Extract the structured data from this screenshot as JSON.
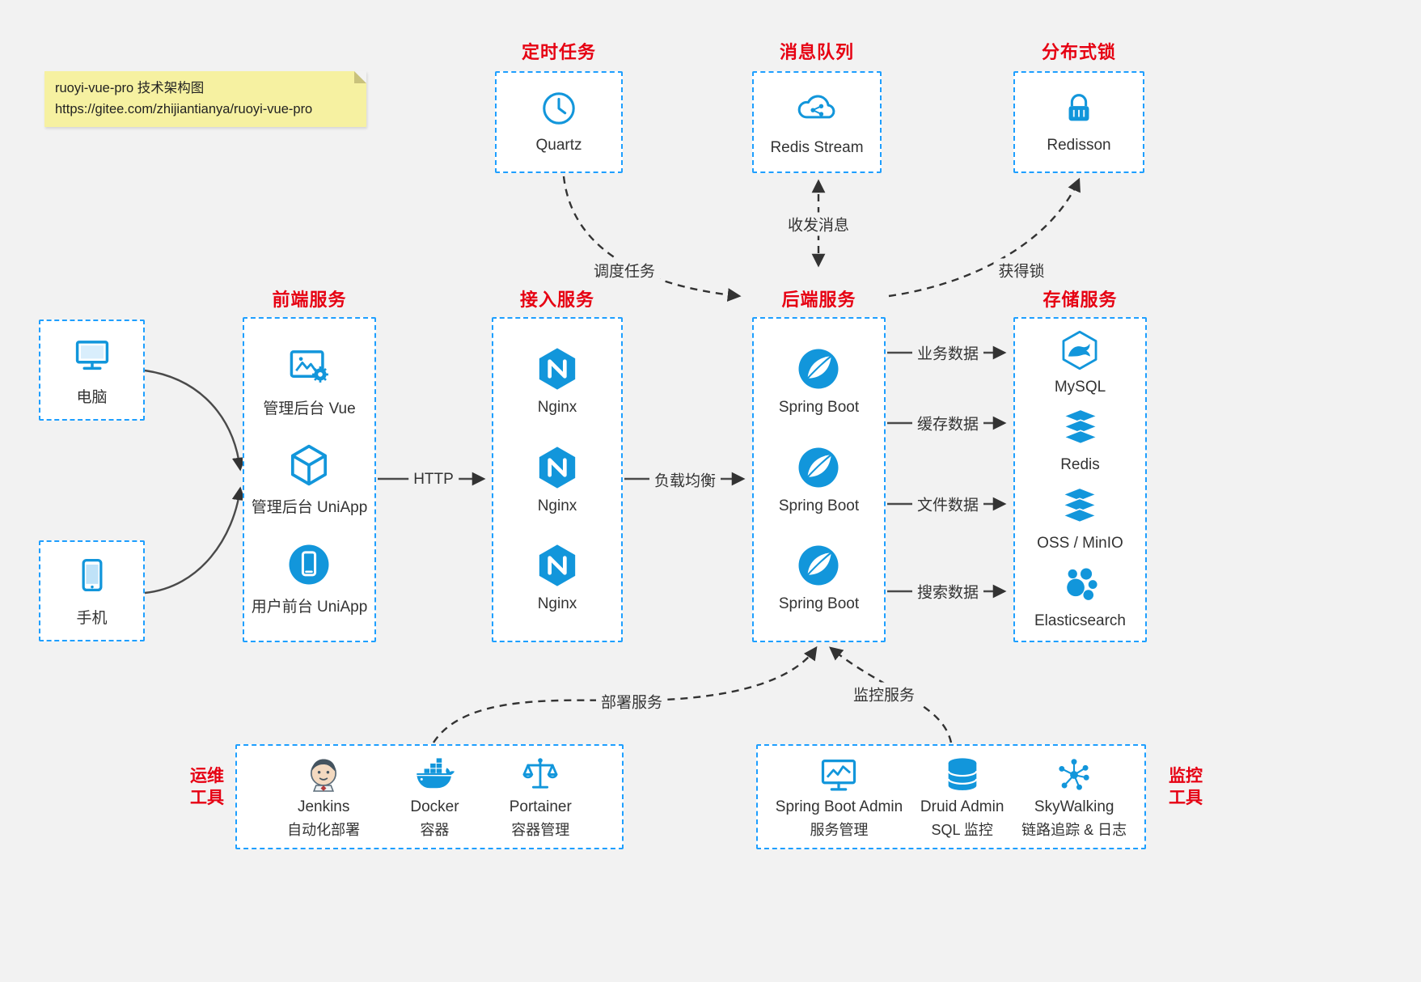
{
  "colors": {
    "background": "#f2f2f2",
    "box_border": "#1e9fff",
    "icon_blue": "#1296db",
    "title_red": "#e60012",
    "note_bg": "#f6f1a1",
    "arrow": "#333333"
  },
  "note": {
    "line1": "ruoyi-vue-pro 技术架构图",
    "line2": "https://gitee.com/zhijiantianya/ruoyi-vue-pro"
  },
  "top_services": [
    {
      "title": "定时任务",
      "label": "Quartz",
      "icon": "clock-icon"
    },
    {
      "title": "消息队列",
      "label": "Redis Stream",
      "icon": "cloud-share-icon"
    },
    {
      "title": "分布式锁",
      "label": "Redisson",
      "icon": "lock-icon"
    }
  ],
  "clients": [
    {
      "label": "电脑",
      "icon": "desktop-icon"
    },
    {
      "label": "手机",
      "icon": "phone-icon"
    }
  ],
  "columns": [
    {
      "title": "前端服务",
      "items": [
        {
          "label": "管理后台 Vue",
          "icon": "admin-vue-icon"
        },
        {
          "label": "管理后台 UniApp",
          "icon": "uniapp-cube-icon"
        },
        {
          "label": "用户前台 UniApp",
          "icon": "user-app-icon"
        }
      ]
    },
    {
      "title": "接入服务",
      "items": [
        {
          "label": "Nginx",
          "icon": "nginx-icon"
        },
        {
          "label": "Nginx",
          "icon": "nginx-icon"
        },
        {
          "label": "Nginx",
          "icon": "nginx-icon"
        }
      ]
    },
    {
      "title": "后端服务",
      "items": [
        {
          "label": "Spring Boot",
          "icon": "spring-boot-icon"
        },
        {
          "label": "Spring Boot",
          "icon": "spring-boot-icon"
        },
        {
          "label": "Spring Boot",
          "icon": "spring-boot-icon"
        }
      ]
    },
    {
      "title": "存储服务",
      "items": [
        {
          "label": "MySQL",
          "icon": "mysql-icon"
        },
        {
          "label": "Redis",
          "icon": "redis-stack-icon"
        },
        {
          "label": "OSS / MinIO",
          "icon": "oss-stack-icon"
        },
        {
          "label": "Elasticsearch",
          "icon": "elasticsearch-icon"
        }
      ]
    }
  ],
  "ops_tools": {
    "side_label_line1": "运维",
    "side_label_line2": "工具",
    "items": [
      {
        "name": "Jenkins",
        "sub": "自动化部署",
        "icon": "jenkins-icon"
      },
      {
        "name": "Docker",
        "sub": "容器",
        "icon": "docker-icon"
      },
      {
        "name": "Portainer",
        "sub": "容器管理",
        "icon": "portainer-icon"
      }
    ]
  },
  "monitor_tools": {
    "side_label_line1": "监控",
    "side_label_line2": "工具",
    "items": [
      {
        "name": "Spring Boot Admin",
        "sub": "服务管理",
        "icon": "spring-boot-admin-icon"
      },
      {
        "name": "Druid Admin",
        "sub": "SQL 监控",
        "icon": "druid-icon"
      },
      {
        "name": "SkyWalking",
        "sub": "链路追踪 & 日志",
        "icon": "skywalking-icon"
      }
    ]
  },
  "edges": {
    "schedule": "调度任务",
    "messaging": "收发消息",
    "lock": "获得锁",
    "http": "HTTP",
    "load_balance": "负载均衡",
    "business_data": "业务数据",
    "cache_data": "缓存数据",
    "file_data": "文件数据",
    "search_data": "搜索数据",
    "deploy": "部署服务",
    "monitor": "监控服务"
  }
}
